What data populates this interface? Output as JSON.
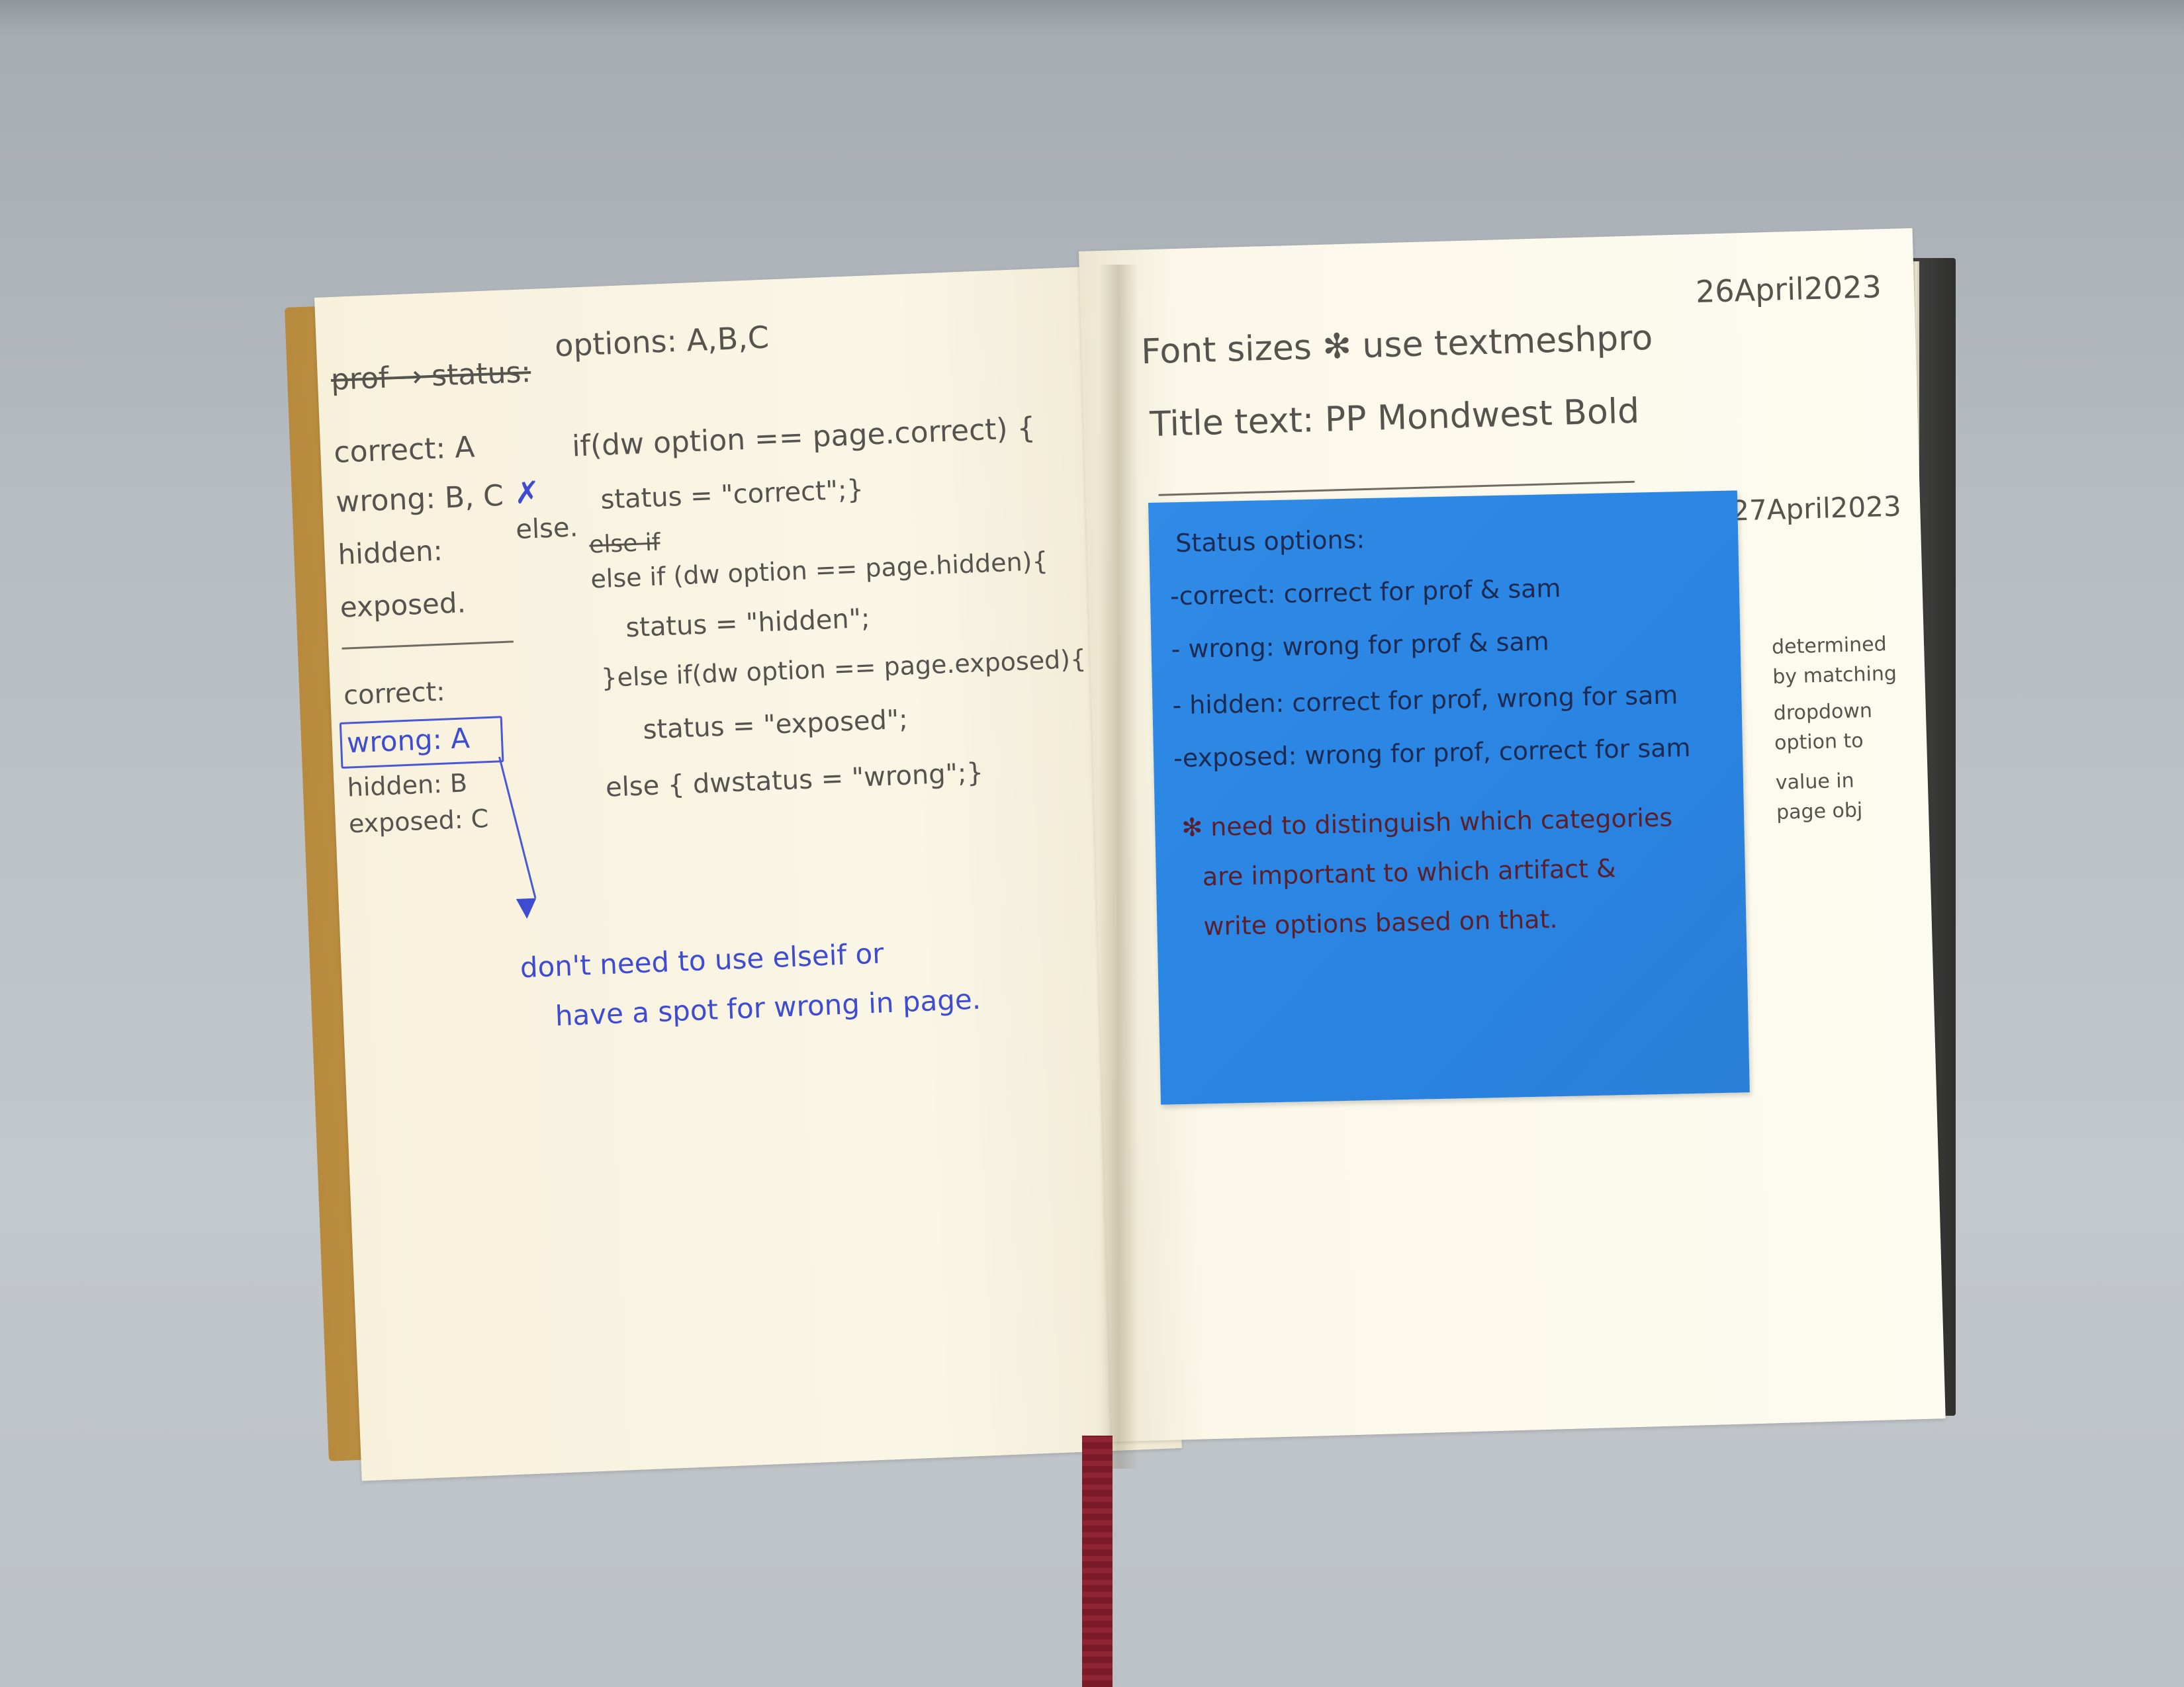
{
  "left_page": {
    "strike_heading": "prof → status:",
    "options_line": "options: A,B,C",
    "map1": {
      "correct": "correct: A",
      "wrong": "wrong: B, C",
      "hidden": "hidden:",
      "exposed": "exposed."
    },
    "star_mark": "✗",
    "else_label": "else.",
    "code": [
      "if(dw option == page.correct) {",
      "status = \"correct\";}",
      "else if",
      "else if (dw option == page.hidden){",
      "status = \"hidden\";",
      "}else if(dw option == page.exposed){",
      "status = \"exposed\";",
      "else { dwstatus = \"wrong\";}"
    ],
    "map2": {
      "correct": "correct:",
      "wrong": "wrong: A",
      "hidden": "hidden: B",
      "exposed": "exposed: C"
    },
    "blue_note": [
      "don't need to use elseif or",
      "have a spot for wrong in page."
    ]
  },
  "right_page": {
    "date1": "26April2023",
    "font_line": "Font sizes ✻ use textmeshpro",
    "title_line": "Title text: PP Mondwest Bold",
    "date2": "27April2023",
    "side_note": [
      "determined",
      "by matching",
      "dropdown",
      "option to",
      "value in",
      "page obj"
    ]
  },
  "sticky_note": {
    "title": "Status options:",
    "items": [
      "-correct: correct for prof & sam",
      "- wrong: wrong for prof & sam",
      "- hidden: correct for prof, wrong for sam",
      "-exposed: wrong for prof, correct for sam"
    ],
    "red_note": [
      "✻ need to distinguish which categories",
      "are important to which artifact &",
      "write options based on that."
    ]
  },
  "colors": {
    "sticky_blue": "#2f8be6",
    "pencil": "#55534e",
    "blue_ink": "#3f4bd1",
    "red_ink": "#5a1f2a",
    "paper": "#faf6e6",
    "cover": "#cf9f50",
    "ribbon": "#7a1b27"
  }
}
